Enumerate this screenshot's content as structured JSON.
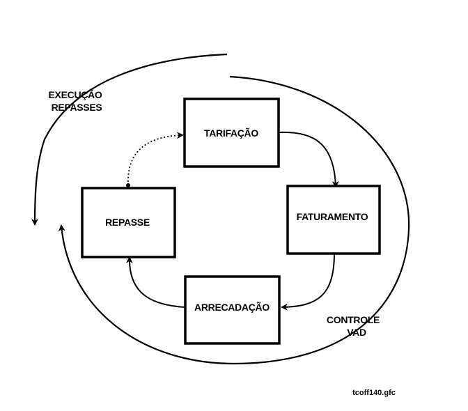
{
  "diagram": {
    "nodes": {
      "tarifacao": "TARIFAÇÃO",
      "faturamento": "FATURAMENTO",
      "arrecadacao": "ARRECADAÇÃO",
      "repasse": "REPASSE"
    },
    "labels": {
      "execucao_line1": "EXECUÇÃO",
      "execucao_line2": "REPASSES",
      "controle_line1": "CONTROLE",
      "controle_line2": "VAD"
    },
    "file_name": "tcoff140.gfc"
  },
  "colors": {
    "stroke": "#000000",
    "background": "#ffffff"
  }
}
